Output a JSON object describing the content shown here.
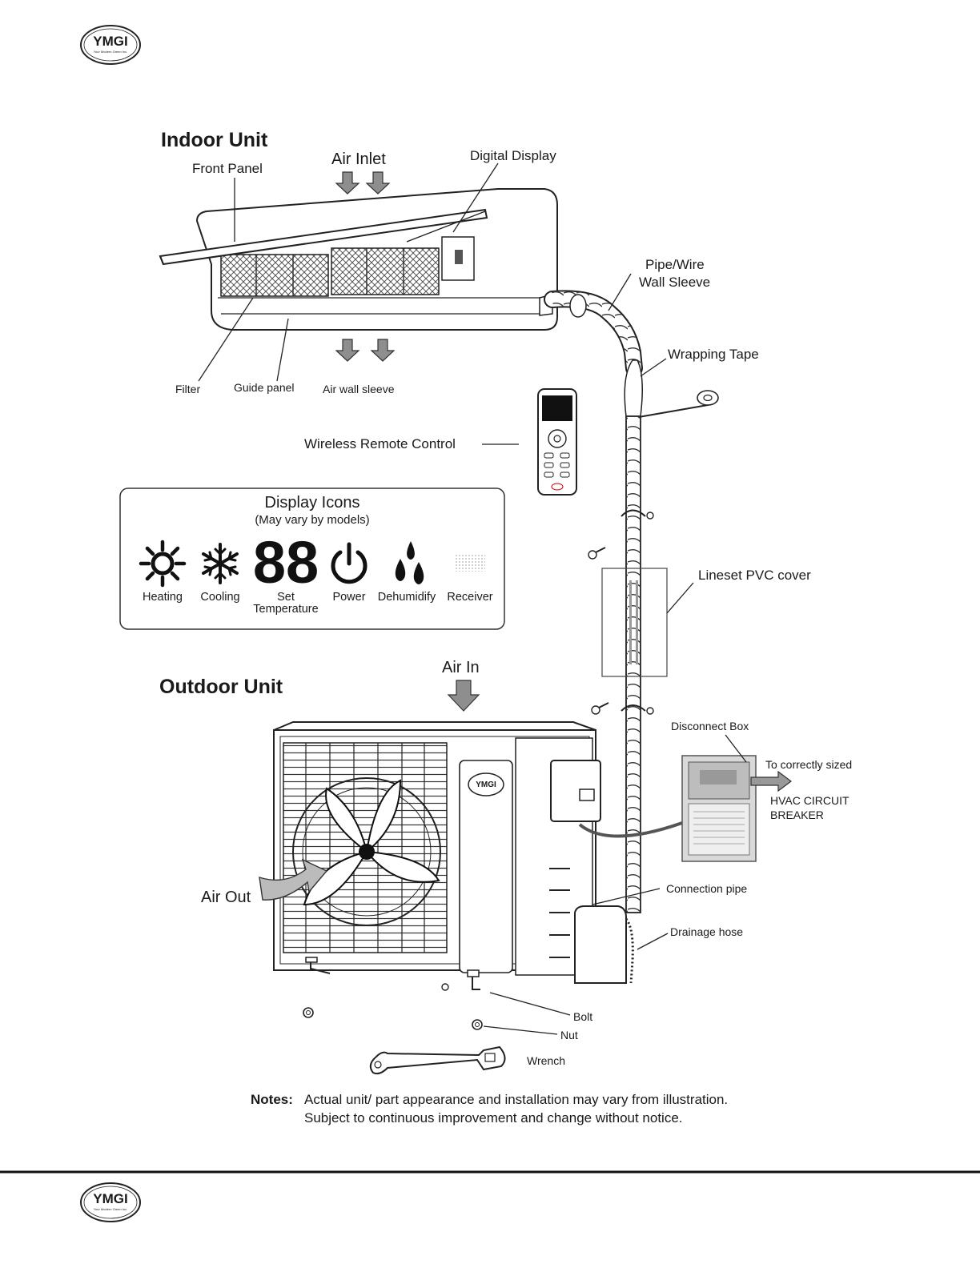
{
  "brand": {
    "logo_text": "YMGI",
    "logo_tagline": "Your Modern Green Inc."
  },
  "indoor": {
    "heading": "Indoor Unit",
    "front_panel": "Front Panel",
    "air_inlet": "Air Inlet",
    "digital_display": "Digital Display",
    "filter": "Filter",
    "guide_panel": "Guide panel",
    "air_wall_sleeve": "Air wall sleeve",
    "pipe_wire_1": "Pipe/Wire",
    "pipe_wire_2": "Wall Sleeve",
    "wrapping_tape": "Wrapping Tape",
    "remote": "Wireless Remote Control",
    "lineset_cover": "Lineset PVC cover"
  },
  "display_icons": {
    "title": "Display Icons",
    "subtitle": "(May vary by models)",
    "seven_seg": "88",
    "icons": [
      {
        "icon": "sun-icon",
        "label": "Heating",
        "label2": ""
      },
      {
        "icon": "snowflake-icon",
        "label": "Cooling",
        "label2": ""
      },
      {
        "icon": "seven-segment-icon",
        "label": "Set",
        "label2": "Temperature"
      },
      {
        "icon": "power-icon",
        "label": "Power",
        "label2": ""
      },
      {
        "icon": "droplets-icon",
        "label": "Dehumidify",
        "label2": ""
      },
      {
        "icon": "receiver-icon",
        "label": "Receiver",
        "label2": ""
      }
    ]
  },
  "outdoor": {
    "heading": "Outdoor Unit",
    "air_in": "Air In",
    "air_out": "Air Out",
    "disconnect_box": "Disconnect Box",
    "to_correctly": "To correctly sized",
    "hvac_1": "HVAC CIRCUIT",
    "hvac_2": "BREAKER",
    "connection_pipe": "Connection pipe",
    "drainage_hose": "Drainage hose",
    "bolt": "Bolt",
    "nut": "Nut",
    "wrench": "Wrench"
  },
  "notes": {
    "label": "Notes:",
    "line1": "Actual unit/ part appearance and installation may vary from illustration.",
    "line2": "Subject to continuous improvement and change without notice."
  }
}
